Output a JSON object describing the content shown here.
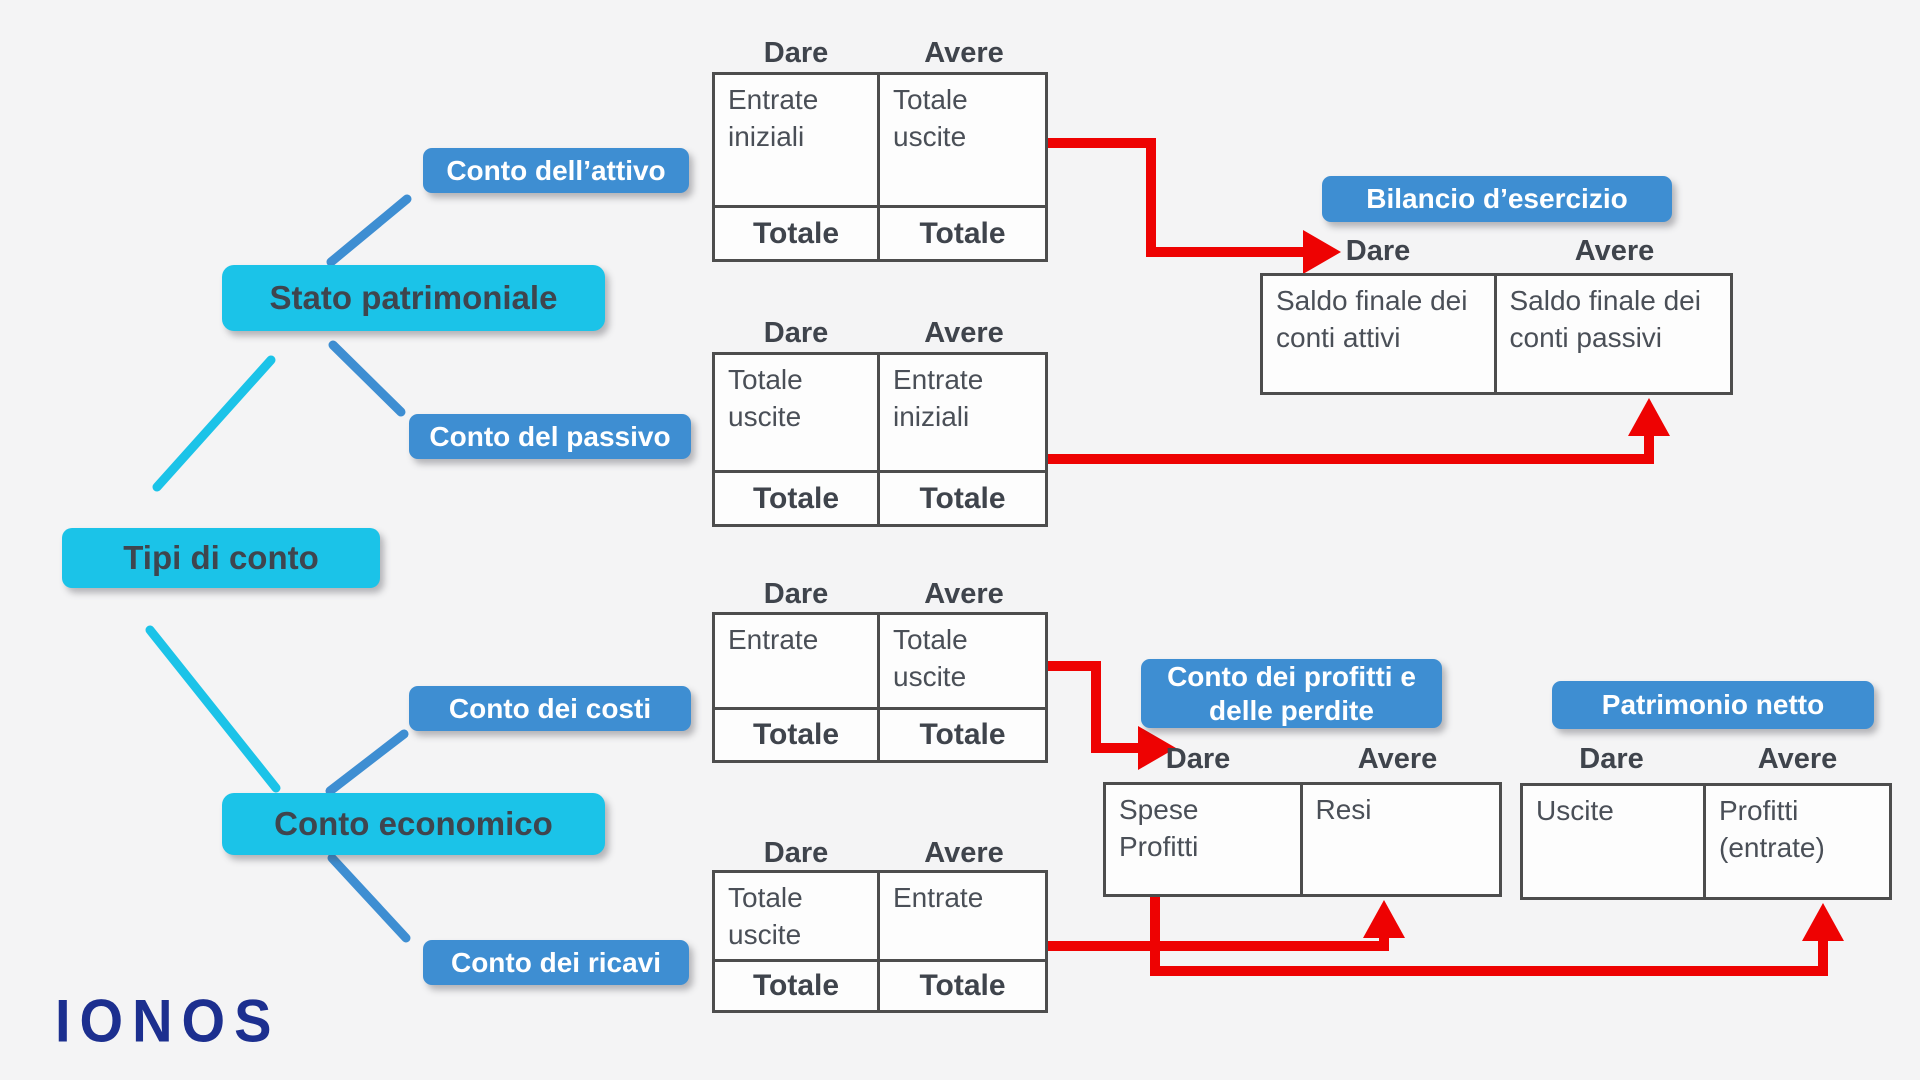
{
  "colors": {
    "background": "#f4f4f5",
    "cyan": "#1bc3e8",
    "blue": "#3e8ed2",
    "red": "#ee0202",
    "node_text_dark": "#3f454e",
    "cell_text": "#4a4f57",
    "table_border": "#4d4d4d",
    "logo_navy": "#1c2f8f"
  },
  "nodes": {
    "tipi_di_conto": "Tipi di conto",
    "stato_patrimoniale": "Stato patrimoniale",
    "conto_economico": "Conto economico",
    "conto_dellattivo": "Conto dell’attivo",
    "conto_del_passivo": "Conto del passivo",
    "conto_dei_costi": "Conto dei costi",
    "conto_dei_ricavi": "Conto dei ricavi",
    "bilancio_desercizio": "Bilancio d’esercizio",
    "conto_profitti_perdite": "Conto dei profitti e\ndelle perdite",
    "patrimonio_netto": "Patrimonio netto"
  },
  "table_headers": {
    "dare": "Dare",
    "avere": "Avere"
  },
  "tables": {
    "attivo": {
      "dare": "Entrate\niniziali",
      "avere": "Totale\nuscite",
      "totale_dare": "Totale",
      "totale_avere": "Totale"
    },
    "passivo": {
      "dare": "Totale\nuscite",
      "avere": "Entrate\niniziali",
      "totale_dare": "Totale",
      "totale_avere": "Totale"
    },
    "costi": {
      "dare": "Entrate",
      "avere": "Totale\nuscite",
      "totale_dare": "Totale",
      "totale_avere": "Totale"
    },
    "ricavi": {
      "dare": "Totale\nuscite",
      "avere": "Entrate",
      "totale_dare": "Totale",
      "totale_avere": "Totale"
    },
    "bilancio": {
      "dare": "Saldo finale dei\nconti attivi",
      "avere": "Saldo finale dei\nconti passivi"
    },
    "profitti": {
      "dare": "Spese\nProfitti",
      "avere": "Resi"
    },
    "patrimonio": {
      "dare": "Uscite",
      "avere": "Profitti\n(entrate)"
    }
  },
  "logo": {
    "text": "IONOS"
  }
}
